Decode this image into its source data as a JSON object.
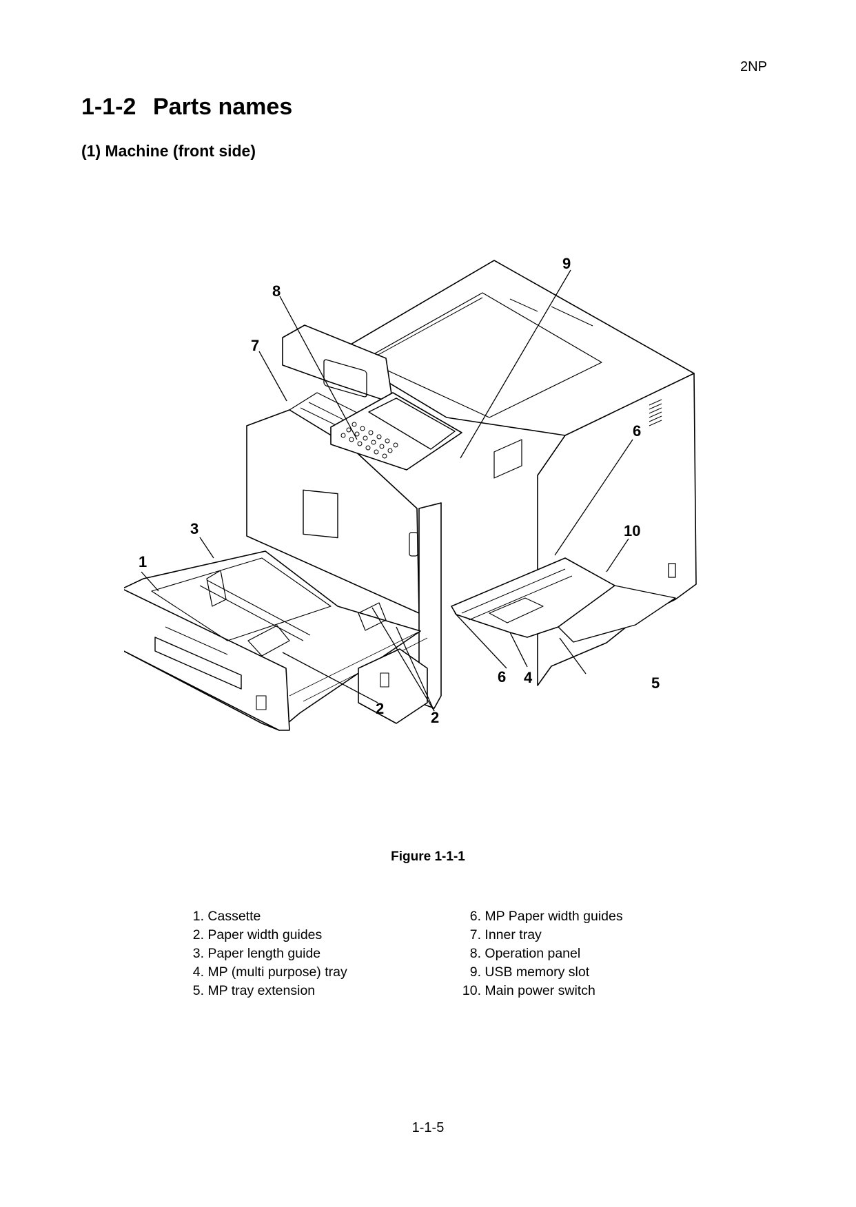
{
  "header": {
    "doc_code": "2NP"
  },
  "section": {
    "number": "1-1-2",
    "title": "Parts names"
  },
  "subsection": {
    "title": "(1) Machine (front side)"
  },
  "figure": {
    "callouts": [
      "1",
      "2",
      "2",
      "3",
      "4",
      "5",
      "6",
      "6",
      "7",
      "8",
      "9",
      "10"
    ],
    "caption": "Figure 1-1-1"
  },
  "legend": {
    "left": [
      {
        "num": "1.",
        "label": "Cassette"
      },
      {
        "num": "2.",
        "label": "Paper width guides"
      },
      {
        "num": "3.",
        "label": "Paper length guide"
      },
      {
        "num": "4.",
        "label": "MP (multi purpose) tray"
      },
      {
        "num": "5.",
        "label": "MP tray extension"
      }
    ],
    "right": [
      {
        "num": "6.",
        "label": "MP Paper width guides"
      },
      {
        "num": "7.",
        "label": "Inner tray"
      },
      {
        "num": "8.",
        "label": "Operation panel"
      },
      {
        "num": "9.",
        "label": "USB memory slot"
      },
      {
        "num": "10.",
        "label": "Main power switch"
      }
    ]
  },
  "footer": {
    "page_number": "1-1-5"
  }
}
